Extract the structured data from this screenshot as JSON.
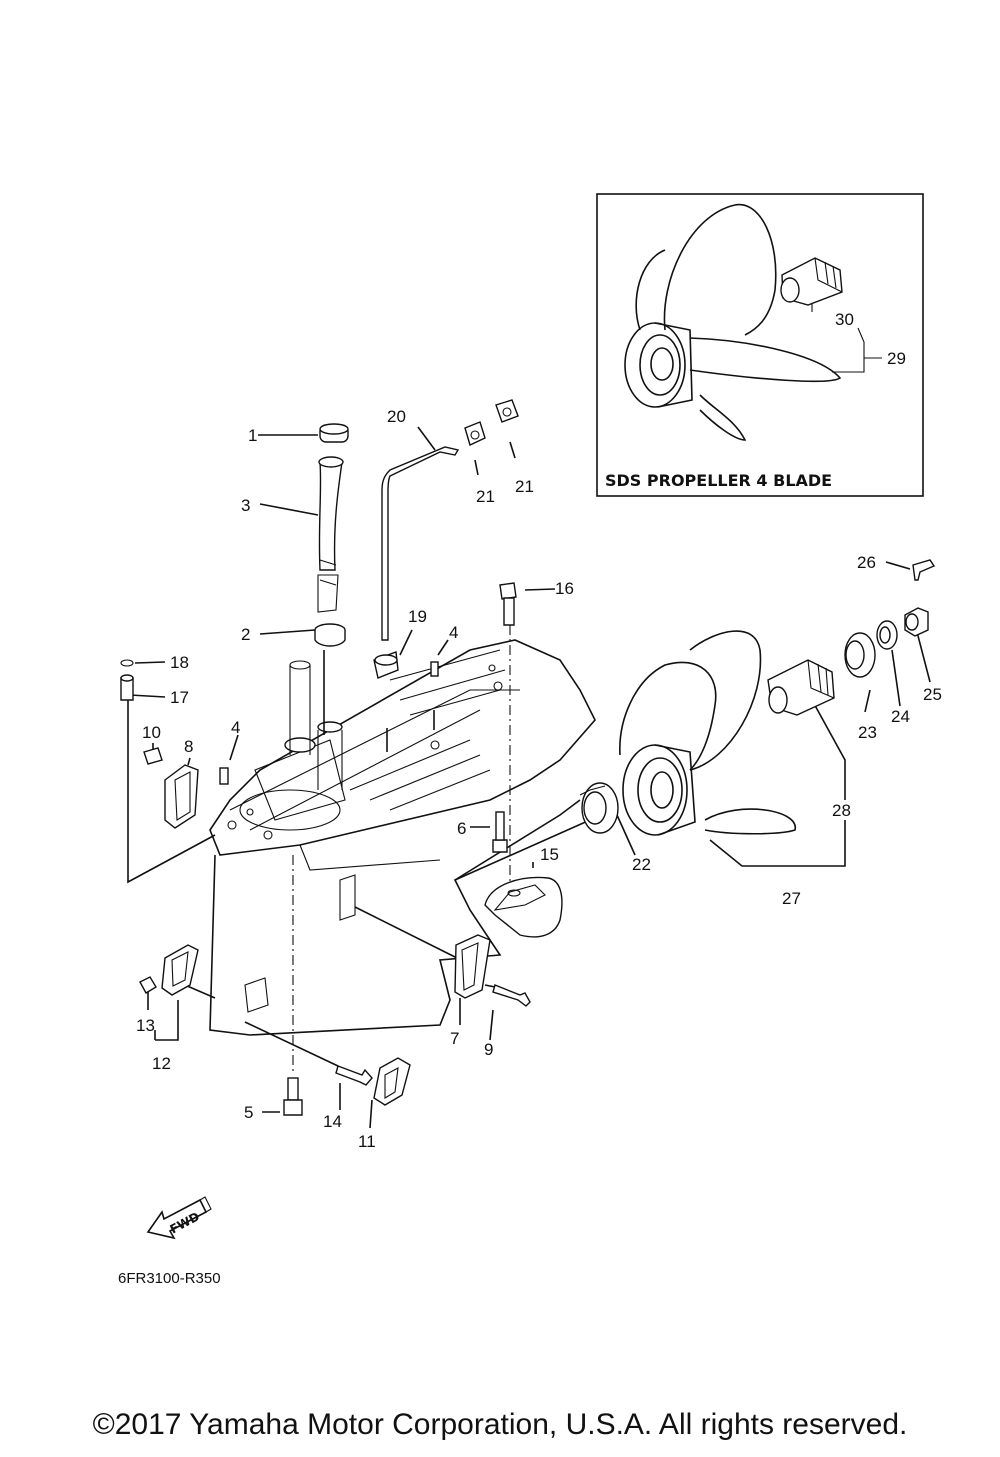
{
  "inset": {
    "title": "SDS PROPELLER 4 BLADE"
  },
  "callouts": {
    "c1": "1",
    "c2": "2",
    "c3": "3",
    "c4a": "4",
    "c4b": "4",
    "c5": "5",
    "c6": "6",
    "c7": "7",
    "c8": "8",
    "c9": "9",
    "c10": "10",
    "c11": "11",
    "c12": "12",
    "c13": "13",
    "c14": "14",
    "c15": "15",
    "c16": "16",
    "c17": "17",
    "c18": "18",
    "c19": "19",
    "c20": "20",
    "c21a": "21",
    "c21b": "21",
    "c22": "22",
    "c23": "23",
    "c24": "24",
    "c25": "25",
    "c26": "26",
    "c27": "27",
    "c28": "28",
    "c29": "29",
    "c30": "30"
  },
  "fwd_label": "FWD",
  "diagram_code": "6FR3100-R350",
  "copyright": "©2017 Yamaha Motor Corporation, U.S.A. All rights reserved."
}
